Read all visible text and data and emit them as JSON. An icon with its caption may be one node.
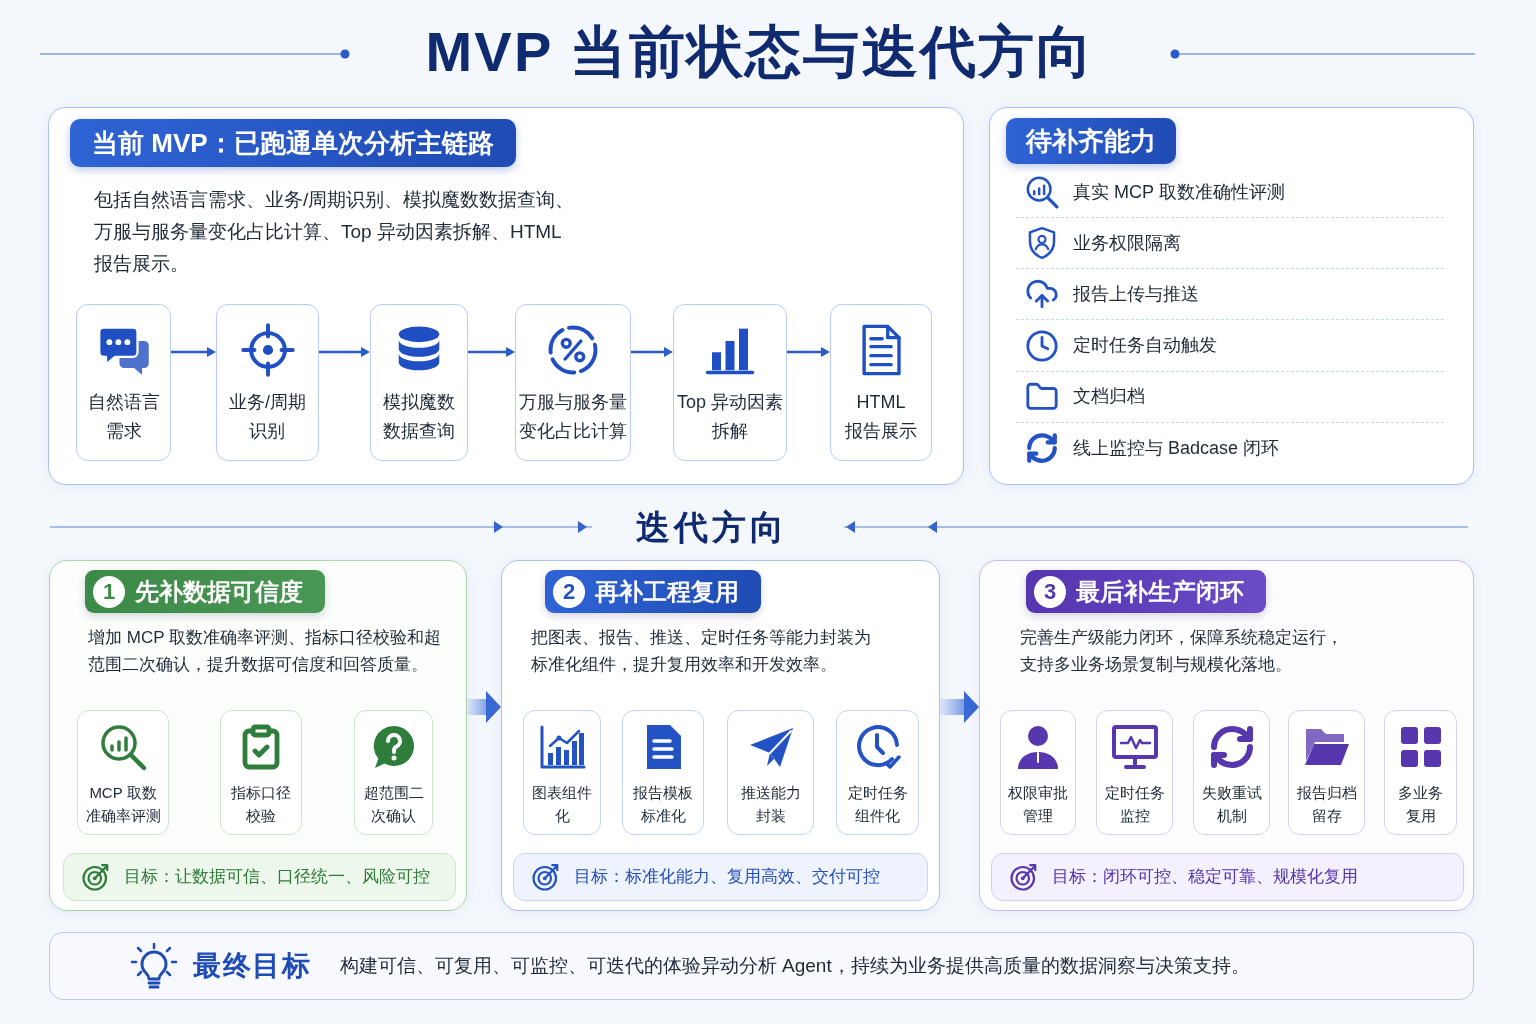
{
  "diagram": {
    "title": "MVP 当前状态与迭代方向",
    "nodes": [
      {
        "text": [
          "当前 MVP：已跑通单次分析主链路",
          "包括自然语言需求、业务/周期识别、模拟魔数数据查询、万服与服务量变化占比计算、Top 异动因素拆解、HTML 报告展示。"
        ]
      },
      {
        "text": [
          "自然语言需求"
        ],
        "in": 0
      },
      {
        "text": [
          "业务/周期识别"
        ],
        "in": 0
      },
      {
        "text": [
          "模拟魔数数据查询"
        ],
        "in": 0
      },
      {
        "text": [
          "万服与服务量变化占比计算"
        ],
        "in": 0
      },
      {
        "text": [
          "Top 异动因素拆解"
        ],
        "in": 0
      },
      {
        "text": [
          "HTML 报告展示"
        ],
        "in": 0
      },
      {
        "text": [
          "待补齐能力",
          "真实 MCP 取数准确性评测",
          "业务权限隔离",
          "报告上传与推送",
          "定时任务自动触发",
          "文档归档",
          "线上监控与 Badcase 闭环"
        ]
      },
      {
        "text": [
          "1",
          "先补数据可信度",
          "增加 MCP 取数准确率评测、指标口径校验和超范围二次确认，提升数据可信度和回答质量。"
        ]
      },
      {
        "text": [
          "MCP 取数准确率评测"
        ],
        "in": 8
      },
      {
        "text": [
          "指标口径校验"
        ],
        "in": 8
      },
      {
        "text": [
          "超范围二次确认"
        ],
        "in": 8
      },
      {
        "text": [
          "目标：让数据可信、口径统一、风险可控"
        ],
        "in": 8
      },
      {
        "text": [
          "2",
          "再补工程复用",
          "把图表、报告、推送、定时任务等能力封装为标准化组件，提升复用效率和开发效率。"
        ]
      },
      {
        "text": [
          "图表组件化"
        ],
        "in": 13
      },
      {
        "text": [
          "报告模板标准化"
        ],
        "in": 13
      },
      {
        "text": [
          "推送能力封装"
        ],
        "in": 13
      },
      {
        "text": [
          "定时任务组件化"
        ],
        "in": 13
      },
      {
        "text": [
          "目标：标准化能力、复用高效、交付可控"
        ],
        "in": 13
      },
      {
        "text": [
          "3",
          "最后补生产闭环",
          "完善生产级能力闭环，保障系统稳定运行，支持多业务场景复制与规模化落地。"
        ]
      },
      {
        "text": [
          "权限审批管理"
        ],
        "in": 19
      },
      {
        "text": [
          "定时任务监控"
        ],
        "in": 19
      },
      {
        "text": [
          "失败重试机制"
        ],
        "in": 19
      },
      {
        "text": [
          "报告归档留存"
        ],
        "in": 19
      },
      {
        "text": [
          "多业务复用"
        ],
        "in": 19
      },
      {
        "text": [
          "目标：闭环可控、稳定可靠、规模化复用"
        ],
        "in": 19
      },
      {
        "text": [
          "最终目标",
          "构建可信、可复用、可监控、可迭代的体验异动分析 Agent，持续为业务提供高质量的数据洞察与决策支持。"
        ]
      }
    ],
    "edges": [
      {
        "from": 1,
        "to": 2,
        "arrow": "to"
      },
      {
        "from": 2,
        "to": 3,
        "arrow": "to"
      },
      {
        "from": 3,
        "to": 4,
        "arrow": "to"
      },
      {
        "from": 4,
        "to": 5,
        "arrow": "to"
      },
      {
        "from": 5,
        "to": 6,
        "arrow": "to"
      },
      {
        "from": 8,
        "to": 13,
        "arrow": "to",
        "style": "thick"
      },
      {
        "from": 13,
        "to": 19,
        "arrow": "to",
        "style": "thick"
      }
    ],
    "labels": [
      "迭代方向"
    ]
  }
}
